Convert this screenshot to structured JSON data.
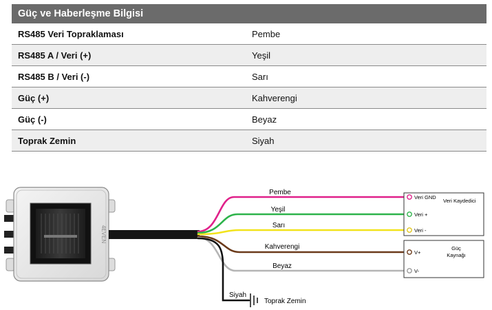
{
  "table": {
    "title": "Güç ve Haberleşme Bilgisi",
    "rows": [
      {
        "label": "RS485 Veri Topraklaması",
        "value": "Pembe"
      },
      {
        "label": "RS485 A / Veri (+)",
        "value": "Yeşil"
      },
      {
        "label": "RS485 B / Veri (-)",
        "value": "Sarı"
      },
      {
        "label": "Güç (+)",
        "value": "Kahverengi"
      },
      {
        "label": "Güç (-)",
        "value": "Beyaz"
      },
      {
        "label": "Toprak Zemin",
        "value": "Siyah"
      }
    ]
  },
  "device": {
    "brand": "4EVEN"
  },
  "wires": {
    "pink": {
      "label": "Pembe",
      "color": "#e0218a"
    },
    "green": {
      "label": "Yeşil",
      "color": "#2db34a"
    },
    "yellow": {
      "label": "Sarı",
      "color": "#f2e31b"
    },
    "brown": {
      "label": "Kahverengi",
      "color": "#6b3a1a"
    },
    "white": {
      "label": "Beyaz",
      "color": "#b5b5b5"
    },
    "black": {
      "label": "Siyah",
      "color": "#111111"
    }
  },
  "logger": {
    "title": "Veri Kaydedici",
    "pins": [
      "Veri GND",
      "Veri +",
      "Veri -"
    ]
  },
  "power": {
    "title_line1": "Güç",
    "title_line2": "Kaynağı",
    "pins": [
      "V+",
      "V-"
    ]
  },
  "ground": {
    "label": "Toprak Zemin"
  }
}
